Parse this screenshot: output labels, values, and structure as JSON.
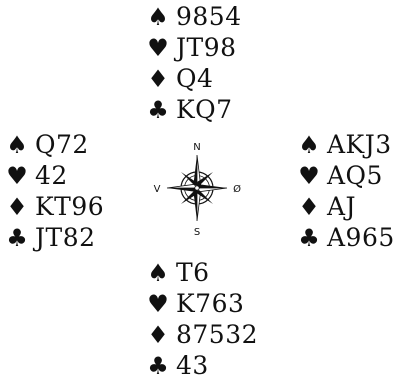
{
  "hands": {
    "north": {
      "spades": "9854",
      "hearts": "JT98",
      "diamonds": "Q4",
      "clubs": "KQ7"
    },
    "west": {
      "spades": "Q72",
      "hearts": "42",
      "diamonds": "KT96",
      "clubs": "JT82"
    },
    "east": {
      "spades": "AKJ3",
      "hearts": "AQ5",
      "diamonds": "AJ",
      "clubs": "A965"
    },
    "south": {
      "spades": "T6",
      "hearts": "K763",
      "diamonds": "87532",
      "clubs": "43"
    }
  },
  "suit_symbols": {
    "spades": "♠",
    "hearts": "♥",
    "diamonds": "♦",
    "clubs": "♣"
  },
  "compass": {
    "north": "N",
    "south": "S",
    "west": "V",
    "east": "Ø"
  },
  "icons": {
    "compass": "compass-rose-icon"
  }
}
